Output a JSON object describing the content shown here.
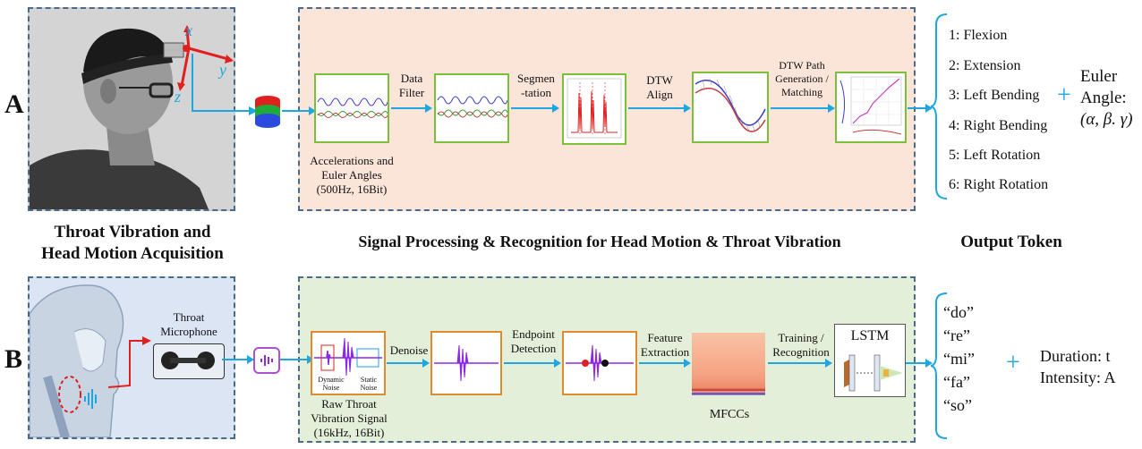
{
  "rows": {
    "a_letter": "A",
    "b_letter": "B"
  },
  "row_a": {
    "acq_caption_1": "Throat Vibration and",
    "acq_caption_2": "Head Motion Acquisition",
    "axis_x": "x",
    "axis_y": "y",
    "axis_z": "z",
    "processing_caption": "Signal Processing & Recognition for Head Motion & Throat Vibration",
    "raw_label_1": "Accelerations and",
    "raw_label_2": "Euler Angles",
    "raw_label_3": "(500Hz, 16Bit)",
    "step1_1": "Data",
    "step1_2": "Filter",
    "step2_1": "Segmen",
    "step2_2": "-tation",
    "step3_1": "DTW",
    "step3_2": "Align",
    "step4_1": "DTW Path",
    "step4_2": "Generation /",
    "step4_3": "Matching",
    "outputs": [
      "1: Flexion",
      "2: Extension",
      "3: Left Bending",
      "4: Right Bending",
      "5: Left Rotation",
      "6: Right Rotation"
    ],
    "plus": "+",
    "euler_1": "Euler",
    "euler_2": "Angle:",
    "euler_3": "(α, β. γ)"
  },
  "output_caption": "Output Token",
  "row_b": {
    "mic_label_1": "Throat",
    "mic_label_2": "Microphone",
    "denoise": "Denoise",
    "dynamic_1": "Dynamic",
    "dynamic_2": "Noise",
    "static_1": "Static",
    "static_2": "Noise",
    "raw_1": "Raw Throat",
    "raw_2": "Vibration Signal",
    "raw_3": "(16kHz, 16Bit)",
    "endpoint_1": "Endpoint",
    "endpoint_2": "Detection",
    "feature_1": "Feature",
    "feature_2": "Extraction",
    "mfcc": "MFCCs",
    "training_1": "Training /",
    "training_2": "Recognition",
    "lstm": "LSTM",
    "tokens": [
      "“do”",
      "“re”",
      "“mi”",
      "“fa”",
      "“so”"
    ],
    "plus": "+",
    "duration": "Duration: t",
    "intensity": "Intensity: A"
  },
  "colors": {
    "arrow": "#1ea6e0",
    "panel_a_bg": "#fbe5d9",
    "panel_b_bg": "#e3efd9",
    "acq_b_bg": "#dbe5f3",
    "dash": "#4a6a8a",
    "green_border": "#7bbf3a",
    "orange_border": "#e08a2e",
    "signal_purple": "#8a2be2",
    "red": "#e02020"
  }
}
